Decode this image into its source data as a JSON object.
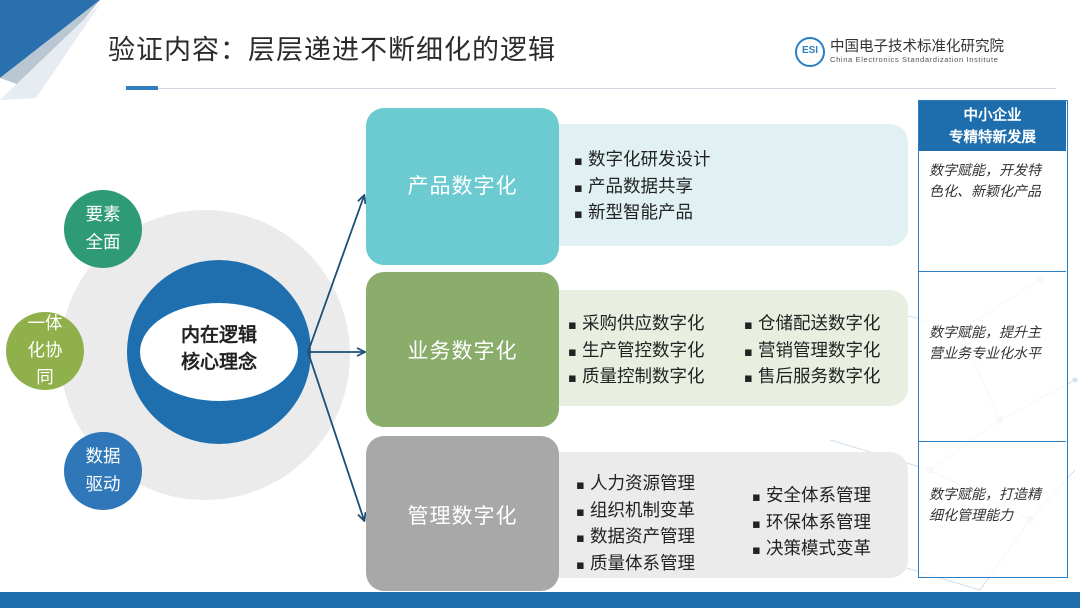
{
  "header": {
    "title": "验证内容：层层递进不断细化的逻辑",
    "logo_mark": "ESI",
    "logo_cn": "中国电子技术标准化研究院",
    "logo_en": "China Electronics Standardization Institute"
  },
  "core": {
    "label": "内在逻辑\n核心理念"
  },
  "principles": [
    {
      "label": "要素\n全面",
      "color": "#2e9a76"
    },
    {
      "label": "一体\n化协\n同",
      "color": "#8fb04b"
    },
    {
      "label": "数据\n驱动",
      "color": "#2f77b8"
    }
  ],
  "branches": [
    {
      "label": "产品数字化",
      "color": "#6ccbd0",
      "items_left": [
        "数字化研发设计",
        "产品数据共享",
        "新型智能产品"
      ],
      "items_right": []
    },
    {
      "label": "业务数字化",
      "color": "#8aad6b",
      "items_left": [
        "采购供应数字化",
        "生产管控数字化",
        "质量控制数字化"
      ],
      "items_right": [
        "仓储配送数字化",
        "营销管理数字化",
        "售后服务数字化"
      ]
    },
    {
      "label": "管理数字化",
      "color": "#a8a8a8",
      "items_left": [
        "人力资源管理",
        "组织机制变革",
        "数据资产管理",
        "质量体系管理"
      ],
      "items_right": [
        "安全体系管理",
        "环保体系管理",
        "决策模式变革"
      ]
    }
  ],
  "sidebar": {
    "heading": "中小企业\n专精特新发展",
    "notes": [
      "数字赋能，开发特\n色化、新颖化产品",
      "数字赋能，提升主\n营业务专业化水平",
      "数字赋能，打造精\n细化管理能力"
    ]
  },
  "colors": {
    "accent_blue": "#1e6ead",
    "arrow": "#1d4e73"
  }
}
